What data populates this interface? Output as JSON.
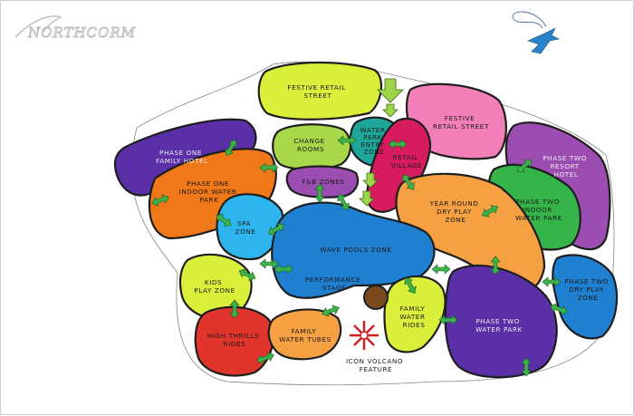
{
  "logo": {
    "text": "NORTHCORM"
  },
  "colors": {
    "purple": "#5a2fa8",
    "orange": "#f07818",
    "yellow_green": "#d9ef3a",
    "pink": "#f27fb8",
    "light_green": "#a8d84a",
    "teal": "#1fa69a",
    "crimson": "#d81b5e",
    "blue": "#1f7fd0",
    "cyan": "#2fb5ee",
    "green": "#35b44a",
    "light_orange": "#f5a042",
    "red": "#e0342c",
    "violet": "#9b4db2",
    "brown": "#7a4a1f",
    "navy": "#16428a"
  },
  "zones": {
    "festive_retail_street_top": {
      "lines": [
        "FESTIVE RETAIL",
        "STREET"
      ]
    },
    "change_rooms": {
      "lines": [
        "CHANGE",
        "ROOMS"
      ]
    },
    "water_park_entry": {
      "lines": [
        "WATER",
        "PARK",
        "ENTRY",
        "ZONE"
      ]
    },
    "festive_retail_street_right": {
      "lines": [
        "FESTIVE",
        "RETAIL STREET"
      ]
    },
    "phase_one_hotel": {
      "lines": [
        "PHASE ONE",
        "FAMILY HOTEL"
      ]
    },
    "phase_one_water_park": {
      "lines": [
        "PHASE ONE",
        "INDOOR WATER",
        "PARK"
      ]
    },
    "fb_zones": {
      "lines": [
        "F&B ZONES"
      ]
    },
    "retail_village": {
      "lines": [
        "RETAIL",
        "VILLAGE"
      ]
    },
    "phase_two_resort_hotel": {
      "lines": [
        "PHASE TWO",
        "RESORT",
        "HOTEL"
      ]
    },
    "phase_two_indoor_water_park": {
      "lines": [
        "PHASE TWO",
        "INDOOR",
        "WATER PARK"
      ]
    },
    "year_round_dry_play": {
      "lines": [
        "YEAR ROUND",
        "DRY PLAY",
        "ZONE"
      ]
    },
    "spa_zone": {
      "lines": [
        "SPA",
        "ZONE"
      ]
    },
    "wave_pools": {
      "lines": [
        "WAVE POOLS ZONE"
      ]
    },
    "kids_play": {
      "lines": [
        "KIDS",
        "PLAY ZONE"
      ]
    },
    "performance_stage": {
      "lines": [
        "PERFORMANCE",
        "STAGE"
      ]
    },
    "phase_two_dry_play": {
      "lines": [
        "PHASE TWO",
        "DRY PLAY",
        "ZONE"
      ]
    },
    "high_thrills": {
      "lines": [
        "HIGH THRILLS",
        "RIDES"
      ]
    },
    "family_water_tubes": {
      "lines": [
        "FAMILY",
        "WATER TUBES"
      ]
    },
    "family_water_rides": {
      "lines": [
        "FAMILY",
        "WATER",
        "RIDES"
      ]
    },
    "phase_two_water_park": {
      "lines": [
        "PHASE TWO",
        "WATER PARK"
      ]
    },
    "icon_volcano": {
      "lines": [
        "ICON VOLCANO",
        "FEATURE"
      ]
    }
  }
}
